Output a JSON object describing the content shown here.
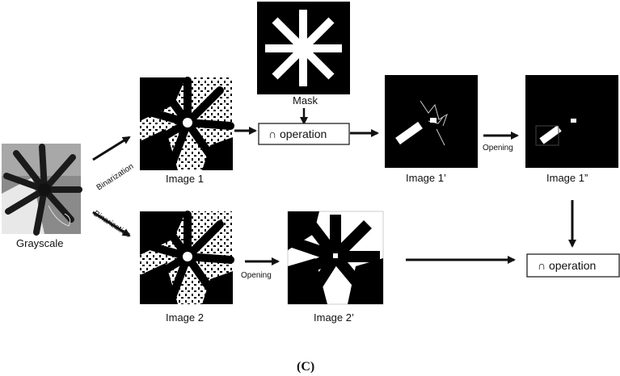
{
  "nodes": {
    "grayscale": "Grayscale",
    "image1": "Image 1",
    "image2": "Image 2",
    "mask": "Mask",
    "image1p": "Image 1’",
    "image1pp": "Image 1”",
    "image2p": "Image 2’"
  },
  "operations": {
    "intersect_top": "∩ operation",
    "intersect_bottom": "∩ operation"
  },
  "edges": {
    "binarization_top": "Binarization",
    "binarization_bottom": "Binarization",
    "opening_top": "Opening",
    "opening_bottom": "Opening"
  },
  "panel": "(C)"
}
